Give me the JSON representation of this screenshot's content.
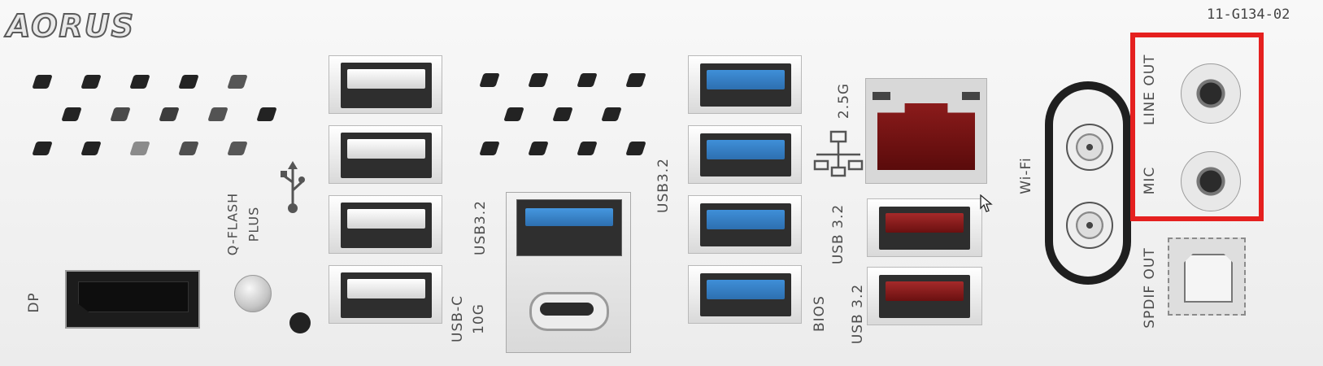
{
  "brand": "AORUS",
  "model": "11-G134-02",
  "labels": {
    "dp": "DP",
    "qflash": "Q-FLASH",
    "qflash_plus": "PLUS",
    "usbc_usb": "USB-C",
    "usbc_speed": "10G",
    "usb32_left": "USB3.2",
    "usb32_mid": "USB3.2",
    "lan": "2.5G",
    "usb32_right": "USB 3.2",
    "bios": "BIOS",
    "bios_usb": "USB 3.2",
    "wifi": "Wi-Fi",
    "line_out": "LINE OUT",
    "mic": "MIC",
    "spdif": "SPDIF OUT"
  },
  "highlight_color": "#e5201f",
  "icons": [
    "usb-icon",
    "network-icon",
    "cursor-icon"
  ]
}
